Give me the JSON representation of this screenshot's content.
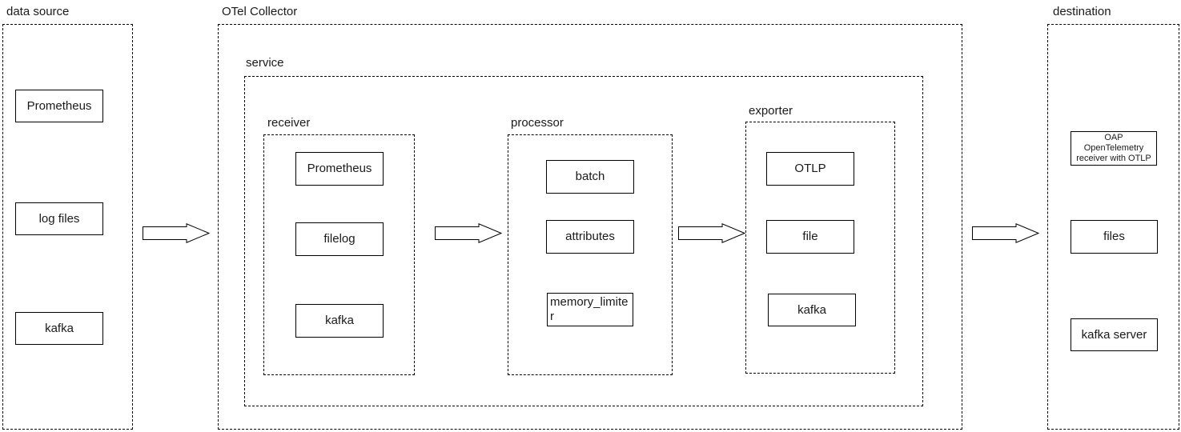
{
  "diagram": {
    "title": "OTel Collector pipeline diagram",
    "colors": {
      "background": "#ffffff",
      "border": "#000000",
      "text": "#1a1a1a"
    },
    "panels": {
      "data_source": {
        "label": "data source",
        "nodes": [
          "Prometheus",
          "log files",
          "kafka"
        ]
      },
      "otel_collector": {
        "label": "OTel Collector",
        "service": {
          "label": "service",
          "groups": [
            {
              "label": "receiver",
              "nodes": [
                "Prometheus",
                "filelog",
                "kafka"
              ]
            },
            {
              "label": "processor",
              "nodes": [
                "batch",
                "attributes",
                "memory_limiter"
              ]
            },
            {
              "label": "exporter",
              "nodes": [
                "OTLP",
                "file",
                "kafka"
              ]
            }
          ]
        }
      },
      "destination": {
        "label": "destination",
        "oap": {
          "line1": "OAP",
          "line2": "OpenTelemetry",
          "line3": "receiver with OTLP"
        },
        "nodes": [
          "files",
          "kafka server"
        ]
      }
    }
  }
}
